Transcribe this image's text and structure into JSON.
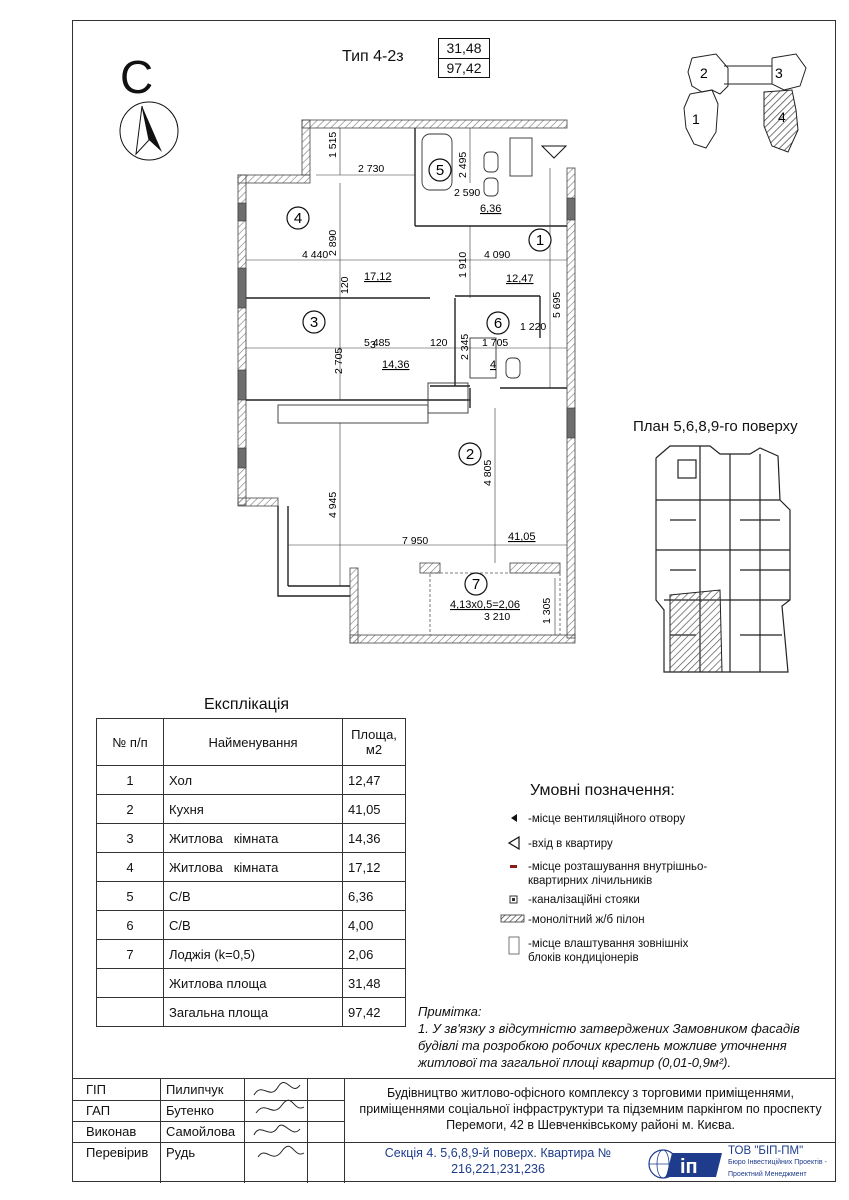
{
  "header": {
    "compass_letter": "С",
    "type_label": "Тип 4-2з",
    "living_area": "31,48",
    "total_area": "97,42"
  },
  "key_plan": {
    "sections": [
      "1",
      "2",
      "3",
      "4"
    ],
    "highlighted": "4"
  },
  "floor_plan_label": "План 5,6,8,9-го поверху",
  "plan": {
    "rooms": [
      {
        "num": "1",
        "area": "12,47"
      },
      {
        "num": "2",
        "area": "41,05"
      },
      {
        "num": "3",
        "area": "14,36"
      },
      {
        "num": "4",
        "area": "17,12"
      },
      {
        "num": "5",
        "area": "6,36"
      },
      {
        "num": "6",
        "area": "4"
      },
      {
        "num": "7",
        "area": "4,13x0,5=2,06"
      }
    ],
    "dimensions": [
      "1 515",
      "2 730",
      "2 495",
      "2 590",
      "2 890",
      "4 440",
      "120",
      "1 910",
      "4 090",
      "5 695",
      "1 220",
      "3",
      "2 705",
      "5 485",
      "120",
      "2 345",
      "1 705",
      "4 945",
      "4 805",
      "7 950",
      "3 210",
      "1 305"
    ]
  },
  "explication": {
    "title": "Експлікація",
    "headers": [
      "№ п/п",
      "Найменування",
      "Площа, м2"
    ],
    "rows": [
      {
        "n": "1",
        "name": "Хол",
        "area": "12,47"
      },
      {
        "n": "2",
        "name": "Кухня",
        "area": "41,05"
      },
      {
        "n": "3",
        "name": "Житлова   кімната",
        "area": "14,36"
      },
      {
        "n": "4",
        "name": "Житлова   кімната",
        "area": "17,12"
      },
      {
        "n": "5",
        "name": "С/В",
        "area": "6,36"
      },
      {
        "n": "6",
        "name": "С/В",
        "area": "4,00"
      },
      {
        "n": "7",
        "name": "Лоджія (k=0,5)",
        "area": "2,06"
      },
      {
        "n": "",
        "name": "Житлова площа",
        "area": "31,48"
      },
      {
        "n": "",
        "name": "Загальна площа",
        "area": "97,42"
      }
    ]
  },
  "legend": {
    "title": "Умовні позначення:",
    "items": [
      {
        "icon": "vent-marker-icon",
        "text": "-місце вентиляційного отвору"
      },
      {
        "icon": "entry-arrow-icon",
        "text": "-вхід в квартиру"
      },
      {
        "icon": "meter-marker-icon",
        "text": "-місце розташування внутрішньо-квартирних лічильників"
      },
      {
        "icon": "sewer-riser-icon",
        "text": "-каналізаційні стояки"
      },
      {
        "icon": "concrete-pylon-icon",
        "text": "-монолітний ж/б пілон"
      },
      {
        "icon": "ac-unit-icon",
        "text": "-місце влаштування зовнішніх блоків кондиціонерів"
      }
    ]
  },
  "note": {
    "title": "Примітка:",
    "text": "1. У зв'язку з відсутністю затверджених Замовником фасадів будівлі та розробкою робочих креслень можливе уточнення житлової та загальної площі квартир (0,01-0,9м²)."
  },
  "title_block": {
    "roles": [
      {
        "role": "ГІП",
        "name": "Пилипчук"
      },
      {
        "role": "ГАП",
        "name": "Бутенко"
      },
      {
        "role": "Виконав",
        "name": "Самойлова"
      },
      {
        "role": "Перевірив",
        "name": "Рудь"
      }
    ],
    "project": "Будівництво житлово-офісного комплексу з торговими приміщеннями, приміщеннями соціальної інфраструктури та підземним паркінгом по проспекту Перемоги, 42 в Шевченківському районі м. Києва.",
    "sheet": "Секція 4. 5,6,8,9-й поверх. Квартира № 216,221,231,236",
    "company_name": "ТОВ \"БІП-ПМ\"",
    "company_sub1": "Бюро Інвестиційних Проектів -",
    "company_sub2": "Проектний Менеджмент",
    "logo_text": "іп"
  },
  "colors": {
    "wall_hatch": "#8a8a8a",
    "pylon": "#6e6e6e",
    "highlight": "#5a5a5a",
    "company_blue": "#1f3c8c"
  }
}
